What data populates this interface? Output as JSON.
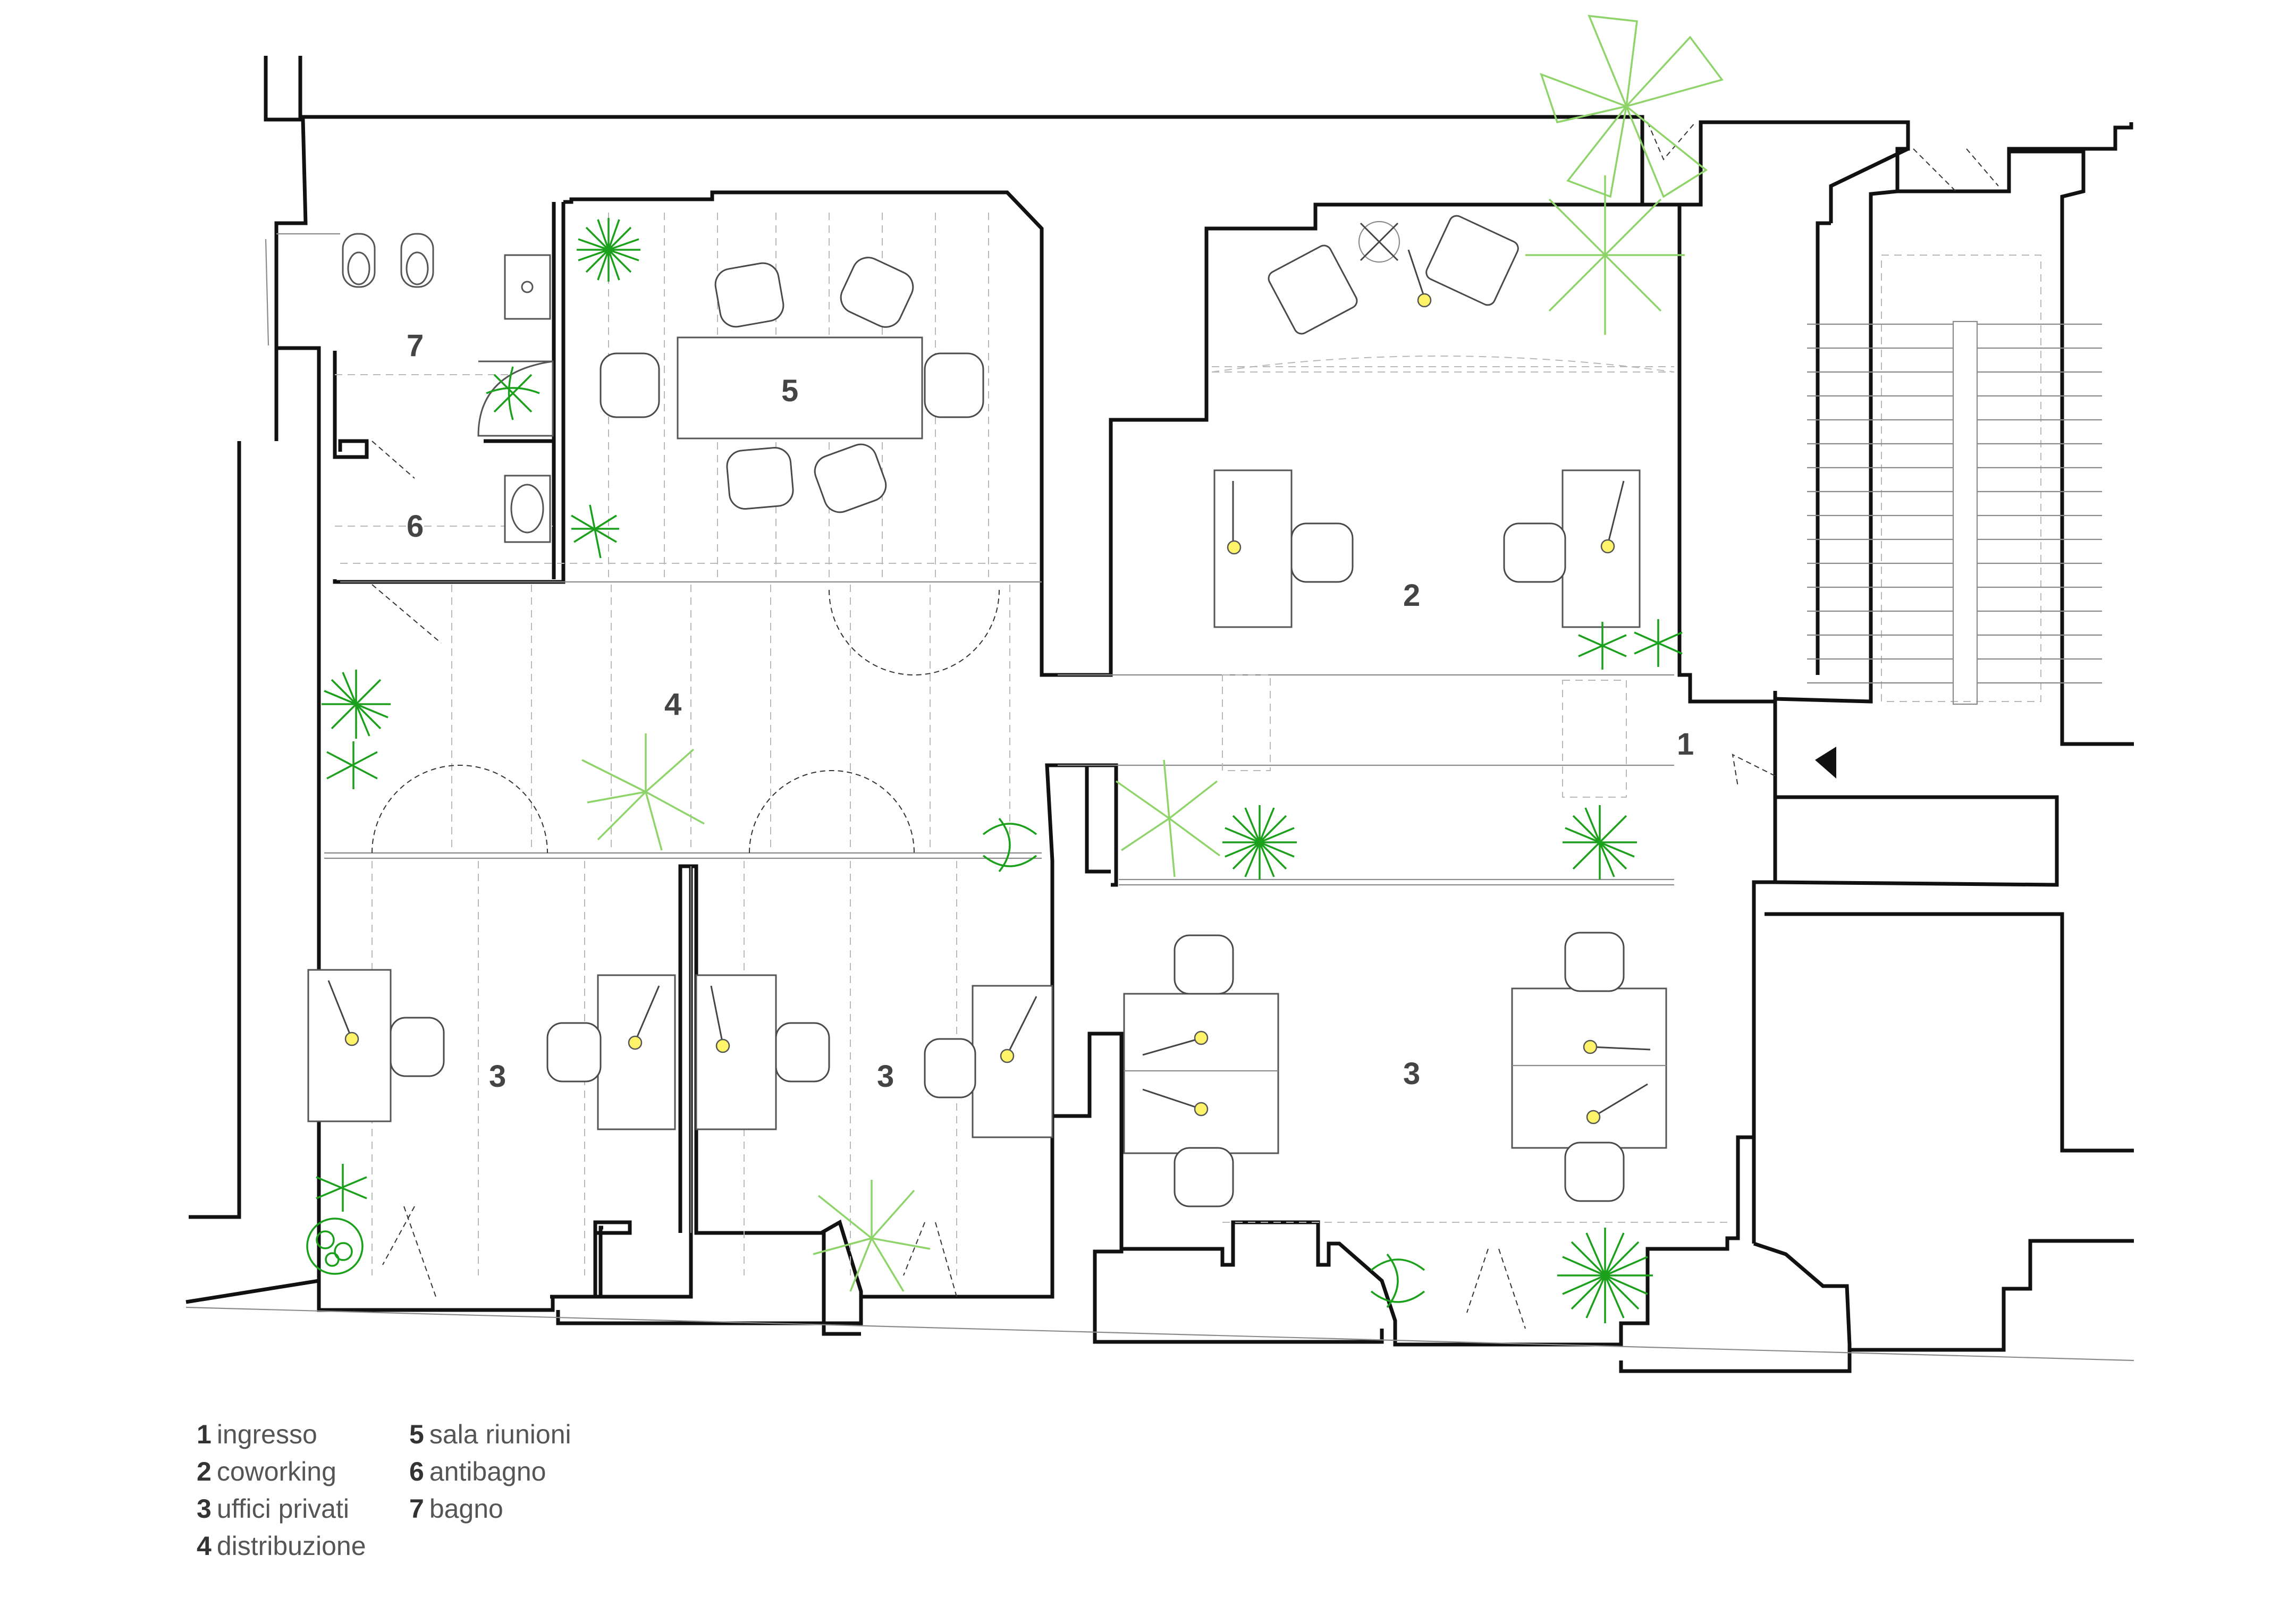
{
  "plan": {
    "rooms": [
      {
        "id": "r1",
        "num": "1"
      },
      {
        "id": "r2",
        "num": "2"
      },
      {
        "id": "r3a",
        "num": "3"
      },
      {
        "id": "r3b",
        "num": "3"
      },
      {
        "id": "r3c",
        "num": "3"
      },
      {
        "id": "r4",
        "num": "4"
      },
      {
        "id": "r5",
        "num": "5"
      },
      {
        "id": "r6",
        "num": "6"
      },
      {
        "id": "r7",
        "num": "7"
      }
    ],
    "colors": {
      "wall": "#111111",
      "plant_dark": "#1aa01a",
      "plant_light": "#8fd46a",
      "lamp": "#fff36a"
    }
  },
  "legend": [
    {
      "num": "1",
      "label": "ingresso"
    },
    {
      "num": "2",
      "label": "coworking"
    },
    {
      "num": "3",
      "label": "uffici privati"
    },
    {
      "num": "4",
      "label": "distribuzione"
    },
    {
      "num": "5",
      "label": "sala riunioni"
    },
    {
      "num": "6",
      "label": "antibagno"
    },
    {
      "num": "7",
      "label": "bagno"
    }
  ]
}
